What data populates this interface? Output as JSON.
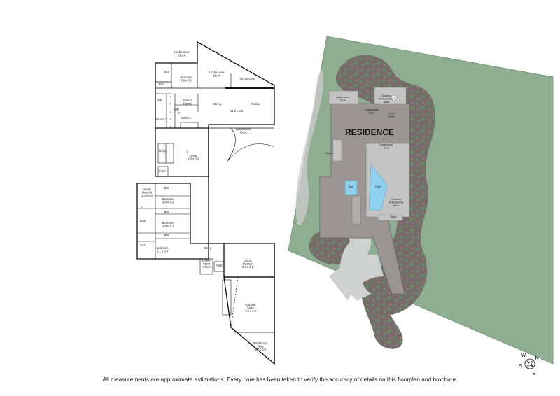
{
  "floorplan": {
    "rooms": [
      {
        "key": "undercover_deck_top",
        "name": "Undercover\nDeck"
      },
      {
        "key": "ens_top",
        "name": "Ens"
      },
      {
        "key": "bedroom1",
        "name": "Bedroom\n3.8 x 5.0"
      },
      {
        "key": "wir",
        "name": "WIR"
      },
      {
        "key": "undercover_deck_mid",
        "name": "Undercover\nDeck"
      },
      {
        "key": "undercover_small",
        "name": "Undercover"
      },
      {
        "key": "bir_top",
        "name": "BIR"
      },
      {
        "key": "butlers_pantry",
        "name": "Butler's\nPantry"
      },
      {
        "key": "wir2",
        "name": "WIR"
      },
      {
        "key": "dining",
        "name": "Dining"
      },
      {
        "key": "family",
        "name": "Family"
      },
      {
        "key": "dining_dims",
        "name": "11.8 x 6.0"
      },
      {
        "key": "kitchen",
        "name": "Kitchen"
      },
      {
        "key": "alfresco",
        "name": "Alfresco"
      },
      {
        "key": "undercover_deck_right",
        "name": "Undercover\nDeck"
      },
      {
        "key": "lndry",
        "name": "Lndry"
      },
      {
        "key": "living",
        "name": "Living\n8.8 x 8.4"
      },
      {
        "key": "pwdr",
        "name": "Pwdr"
      },
      {
        "key": "study",
        "name": "Study/\nRetreat\n3.2 x 5.0"
      },
      {
        "key": "bir_a",
        "name": "BIR"
      },
      {
        "key": "bedroom2",
        "name": "Bedroom\n3.8 x 3.3"
      },
      {
        "key": "bir_b",
        "name": "BIR"
      },
      {
        "key": "bath",
        "name": "Bath"
      },
      {
        "key": "bedroom3",
        "name": "Bedroom\n3.8 x 3.3"
      },
      {
        "key": "bir_c",
        "name": "BIR"
      },
      {
        "key": "ens_low",
        "name": "Ens"
      },
      {
        "key": "bedroom4",
        "name": "Bedroom\n5.1 x 3.4"
      },
      {
        "key": "entry",
        "name": "Entry"
      },
      {
        "key": "undercover_porch",
        "name": "Under-\ncover\nPorch"
      },
      {
        "key": "pwdr2",
        "name": "Pwdr"
      },
      {
        "key": "office",
        "name": "Office/\nLounge\n6.0 x 6.1"
      },
      {
        "key": "garage",
        "name": "Garage/\nStore\n9.0 x 9.0"
      },
      {
        "key": "workshop",
        "name": "Workshop/\nStore\n6.0 x 5.0"
      }
    ],
    "small_labels": [
      "C",
      "P",
      "F",
      "C",
      "C",
      "C",
      "C",
      "F",
      "P"
    ]
  },
  "siteplan": {
    "residence_label": "RESIDENCE",
    "labels": [
      {
        "key": "uc_deck_left",
        "name": "Undercover\nDeck"
      },
      {
        "key": "outdoor_top",
        "name": "Outdoor\nEntertaining\nArea"
      },
      {
        "key": "fp",
        "name": "FP"
      },
      {
        "key": "uc_deck_mid",
        "name": "Undercover\nDeck"
      },
      {
        "key": "undercover",
        "name": "Under-\ncover"
      },
      {
        "key": "uc_deck_right",
        "name": "Undercover\nDeck"
      },
      {
        "key": "pool",
        "name": "Pool"
      },
      {
        "key": "spa",
        "name": "Spa"
      },
      {
        "key": "outdoor_right",
        "name": "Outdoor\nEntertaining\nDeck"
      },
      {
        "key": "store",
        "name": "Store"
      },
      {
        "key": "sauna",
        "name": "Sauna"
      }
    ],
    "colors": {
      "grass": "#8fae91",
      "garden": "#7a6a6b",
      "building": "#9a9592",
      "water": "#8fd0ee",
      "driveway": "#cfd0d0",
      "deck": "#c4c4c4"
    }
  },
  "compass": {
    "n": "N",
    "e": "E",
    "s": "S",
    "w": "W"
  },
  "disclaimer": "All measurements are approximate estimations. Every care has been taken to verify the accuracy of details on this floorplan and brochure."
}
